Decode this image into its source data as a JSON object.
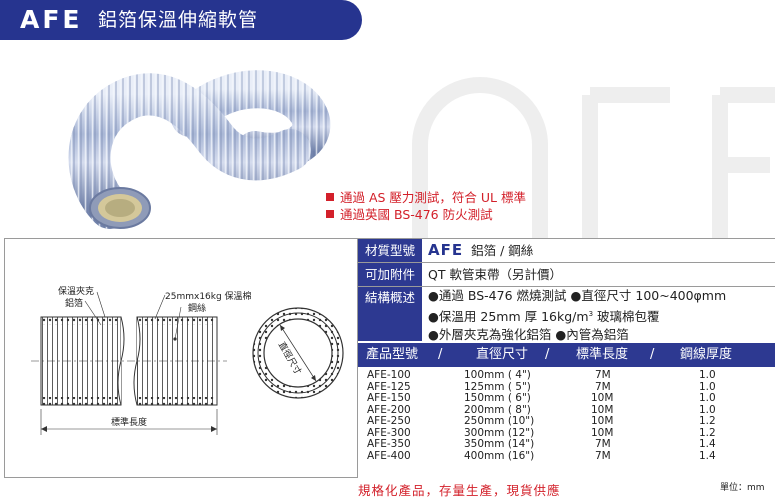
{
  "header": {
    "brand": "AFE",
    "title": "鋁箔保溫伸縮軟管"
  },
  "features": [
    "通過 AS 壓力測試，符合 UL 標準",
    "通過英國 BS-476 防火測試"
  ],
  "diagram": {
    "label_jacket": "保溫夾克",
    "label_foil": "鋁箔",
    "label_insulation": "25mmx16kg 保溫棉",
    "label_wire": "鋼絲",
    "label_length": "標準長度",
    "label_diameter": "直徑尺寸"
  },
  "specs": {
    "material_label": "材質型號",
    "material_brand": "AFE",
    "material_value": "鋁箔 / 鋼絲",
    "accessory_label": "可加附件",
    "accessory_value": "QT 軟管束帶（另計價）",
    "structure_label": "結構概述",
    "structure_line1": "●通過 BS-476 燃燒測試 ●直徑尺寸 100~400φmm",
    "structure_line2_a": "●保溫用 25mm 厚 16kg/m",
    "structure_line2_sup": "3",
    "structure_line2_b": " 玻璃棉包覆",
    "structure_line3": "●外層夾克為強化鋁箔 ●內管為鋁箔"
  },
  "table": {
    "headers": [
      "產品型號",
      "直徑尺寸",
      "標準長度",
      "鋼線厚度"
    ],
    "separator": "/",
    "rows": [
      {
        "model": "AFE-100",
        "diameter": "100mm ( 4\")",
        "length": "7M",
        "wire": "1.0"
      },
      {
        "model": "AFE-125",
        "diameter": "125mm ( 5\")",
        "length": "7M",
        "wire": "1.0"
      },
      {
        "model": "AFE-150",
        "diameter": "150mm ( 6\")",
        "length": "10M",
        "wire": "1.0"
      },
      {
        "model": "AFE-200",
        "diameter": "200mm ( 8\")",
        "length": "10M",
        "wire": "1.0"
      },
      {
        "model": "AFE-250",
        "diameter": "250mm (10\")",
        "length": "10M",
        "wire": "1.2"
      },
      {
        "model": "AFE-300",
        "diameter": "300mm (12\")",
        "length": "10M",
        "wire": "1.2"
      },
      {
        "model": "AFE-350",
        "diameter": "350mm (14\")",
        "length": "7M",
        "wire": "1.4"
      },
      {
        "model": "AFE-400",
        "diameter": "400mm (16\")",
        "length": "7M",
        "wire": "1.4"
      }
    ]
  },
  "footer": {
    "slogan": "規格化產品，存量生產，現貨供應",
    "unit": "單位：mm"
  },
  "colors": {
    "brand_blue": "#26348f",
    "accent_red": "#d3202a"
  }
}
